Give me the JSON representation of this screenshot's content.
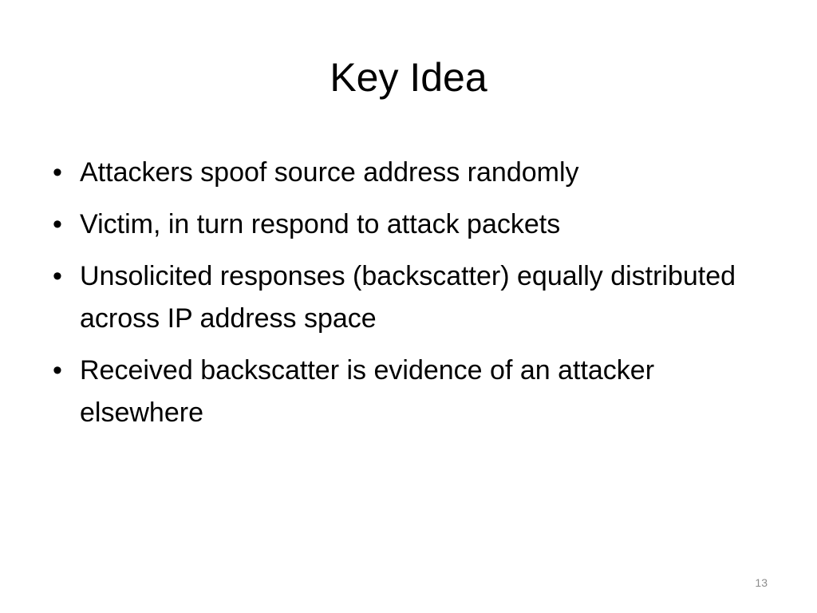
{
  "slide": {
    "title": "Key Idea",
    "bullet_glyph": "•",
    "bullets": [
      {
        "text": "Attackers spoof source address randomly"
      },
      {
        "text": "Victim, in turn respond to attack packets"
      },
      {
        "text": "Unsolicited responses (backscatter) equally distributed  across IP address space"
      },
      {
        "text": "Received backscatter is evidence of an attacker elsewhere"
      }
    ],
    "page_number": "13"
  }
}
